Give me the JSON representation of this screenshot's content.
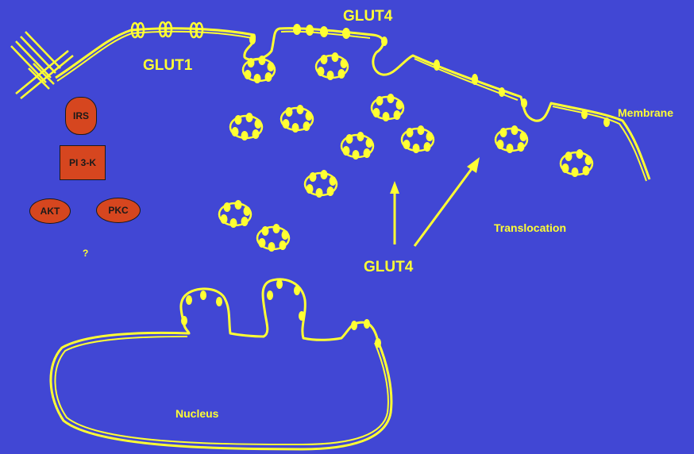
{
  "labels": {
    "glut4_top": "GLUT4",
    "glut1": "GLUT1",
    "membrane": "Membrane",
    "translocation": "Translocation",
    "glut4_bottom": "GLUT4",
    "nucleus": "Nucleus",
    "question": "?"
  },
  "signaling": {
    "irs": "IRS",
    "pi3k": "PI 3-K",
    "akt": "AKT",
    "pkc": "PKC"
  },
  "colors": {
    "background": "#4147d4",
    "line": "#ffff33",
    "node_fill": "#d6461f"
  }
}
